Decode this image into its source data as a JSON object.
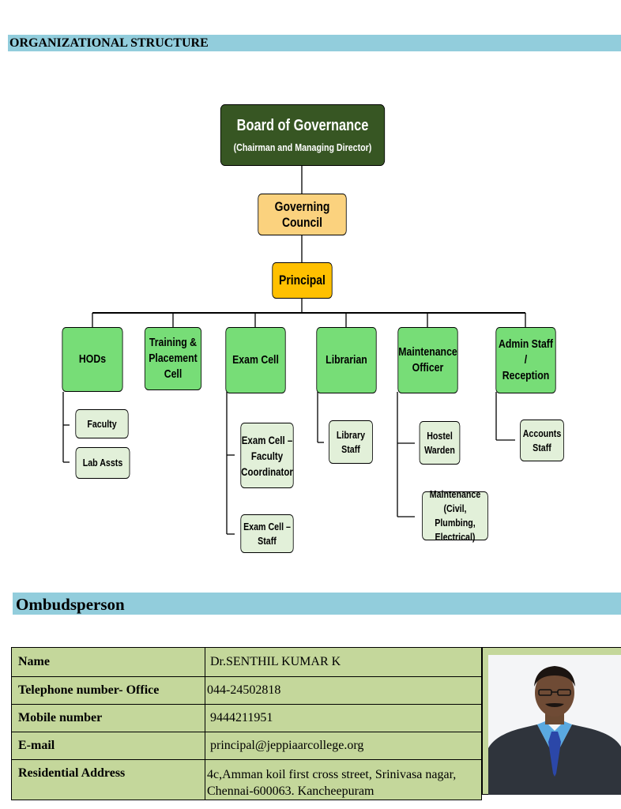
{
  "headings": {
    "org_structure": "ORGANIZATIONAL STRUCTURE",
    "ombudsperson": "Ombudsperson"
  },
  "org_chart": {
    "board": {
      "title": "Board of Governance",
      "subtitle": "(Chairman and Managing Director)"
    },
    "council": "Governing Council",
    "principal": "Principal",
    "departments": [
      {
        "label": "HODs",
        "children": [
          "Faculty",
          "Lab Assts"
        ]
      },
      {
        "label": "Training &\nPlacement Cell",
        "children": []
      },
      {
        "label": "Exam Cell",
        "children": [
          "Exam Cell –\nFaculty\nCoordinator",
          "Exam Cell – Staff"
        ]
      },
      {
        "label": "Librarian",
        "children": [
          "Library Staff"
        ]
      },
      {
        "label": "Maintenance\nOfficer",
        "children": [
          "Hostel\nWarden",
          "Maintenance (Civil,\nPlumbing, Electrical)"
        ]
      },
      {
        "label": "Admin Staff /\nReception",
        "children": [
          "Accounts\nStaff"
        ]
      }
    ]
  },
  "ombudsperson": {
    "rows": [
      {
        "label": "Name",
        "value": " Dr.SENTHIL KUMAR K"
      },
      {
        "label": "Telephone number- Office",
        "value": "044-24502818"
      },
      {
        "label": "Mobile number",
        "value": " 9444211951"
      },
      {
        "label": "E-mail",
        "value": " principal@jeppiaarcollege.org"
      },
      {
        "label": "Residential Address",
        "value": "4c,Amman koil first cross street, Srinivasa nagar, Chennai-600063. Kancheepuram"
      }
    ]
  },
  "colors": {
    "band": "#92cddc",
    "board": "#375623",
    "council": "#fbd27e",
    "principal": "#ffc000",
    "department": "#77dd77",
    "sub_unit": "#e2f0d9",
    "table": "#c4d79b"
  }
}
